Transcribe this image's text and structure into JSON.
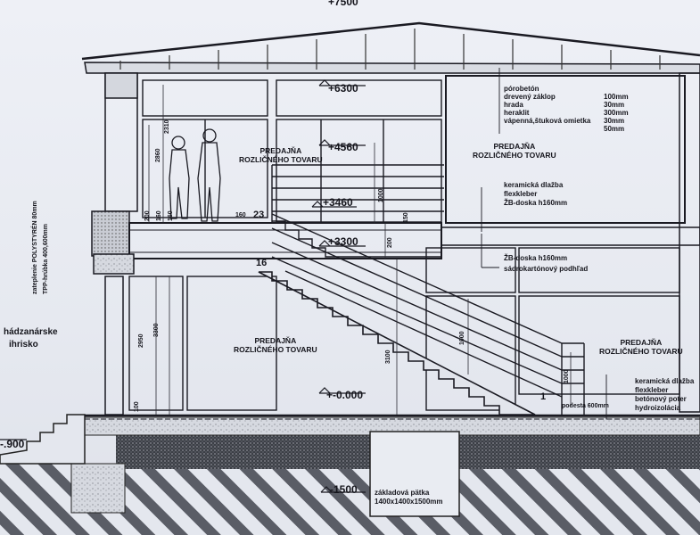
{
  "levels": {
    "top": "+7500",
    "l6300": "+6300",
    "l4560": "+4560",
    "l3460": "+3460",
    "l3300": "+3300",
    "l0": "+-0.000",
    "lm1500": "-1500",
    "lm900": "-.900"
  },
  "rooms": {
    "upper_left": "PREDAJŇA\nROZLIČNÉHO TOVARU",
    "upper_right": "PREDAJŇA\nROZLIČNÉHO TOVARU",
    "lower_left": "PREDAJŇA\nROZLIČNÉHO TOVARU",
    "lower_right": "PREDAJŇA\nROZLIČNÉHO TOVARU"
  },
  "roof_layers": [
    {
      "name": "pórobetón",
      "value": ""
    },
    {
      "name": "drevený záklop",
      "value": "100mm"
    },
    {
      "name": "hrada",
      "value": "30mm"
    },
    {
      "name": "heraklit",
      "value": "300mm"
    },
    {
      "name": "vápenná,štuková omietka",
      "value": "30mm"
    },
    {
      "name": "",
      "value": "50mm"
    }
  ],
  "floor_upper_layers": [
    "keramická dlažba",
    "flexkleber",
    "ŽB-doska h160mm"
  ],
  "ceiling_layers": [
    "ŽB-doska h160mm",
    "sádrokartónový podhľad"
  ],
  "floor_ground_layers": [
    "keramická dlažba",
    "flexkleber",
    "betónový poter",
    "hydroizolácia"
  ],
  "labels": {
    "insulation": "zateplenie POLYSTYRÉN 80mm",
    "insulation_2": "TPP-hrúbka 400,600mm",
    "outside_1": "hádzanárske",
    "outside_2": "ihrisko",
    "footing_1": "základová pätka",
    "footing_2": "1400x1400x1500mm",
    "landing": "podesta 600mm"
  },
  "stair_numbers": {
    "n23": "23",
    "n16": "16",
    "n1": "1"
  },
  "dimensions": {
    "d2860": "2860",
    "d2310": "2310",
    "d200": "200",
    "d160": "160",
    "d160b": "160",
    "d160c": "160",
    "d1000": "1000",
    "d150": "150",
    "d200b": "200",
    "d3300": "3300",
    "d2950": "2950",
    "d100": "100",
    "d3100": "3100",
    "d1000b": "1000",
    "d1000c": "1000"
  }
}
